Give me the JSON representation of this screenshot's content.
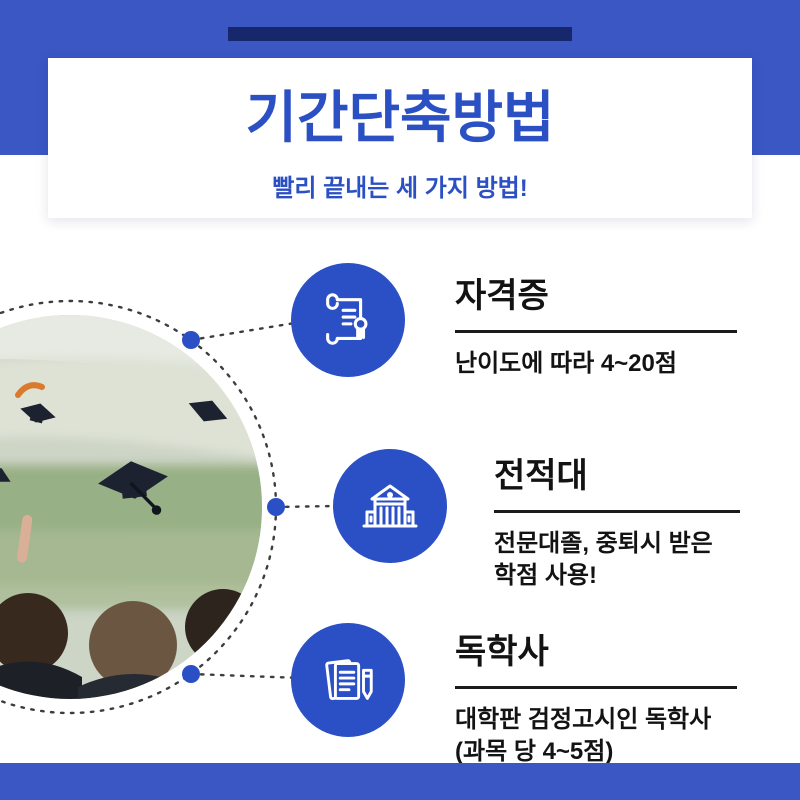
{
  "header": {
    "title": "기간단축방법",
    "subtitle": "빨리 끝내는 세 가지 방법!"
  },
  "items": [
    {
      "icon": "certificate-icon",
      "title": "자격증",
      "desc": "난이도에 따라 4~20점"
    },
    {
      "icon": "university-icon",
      "title": "전적대",
      "desc": "전문대졸, 중퇴시 받은\n학점 사용!"
    },
    {
      "icon": "document-pencil-icon",
      "title": "독학사",
      "desc": "대학판 검정고시인 독학사\n(과목 당 4~5점)"
    }
  ],
  "photo": {
    "description": "graduation caps thrown in the air above a crowd"
  },
  "colors": {
    "primary_blue": "#3a57c4",
    "dark_navy": "#16286b",
    "icon_blue": "#2b50c5",
    "title_blue": "#2b50c3",
    "text_dark": "#131313"
  }
}
